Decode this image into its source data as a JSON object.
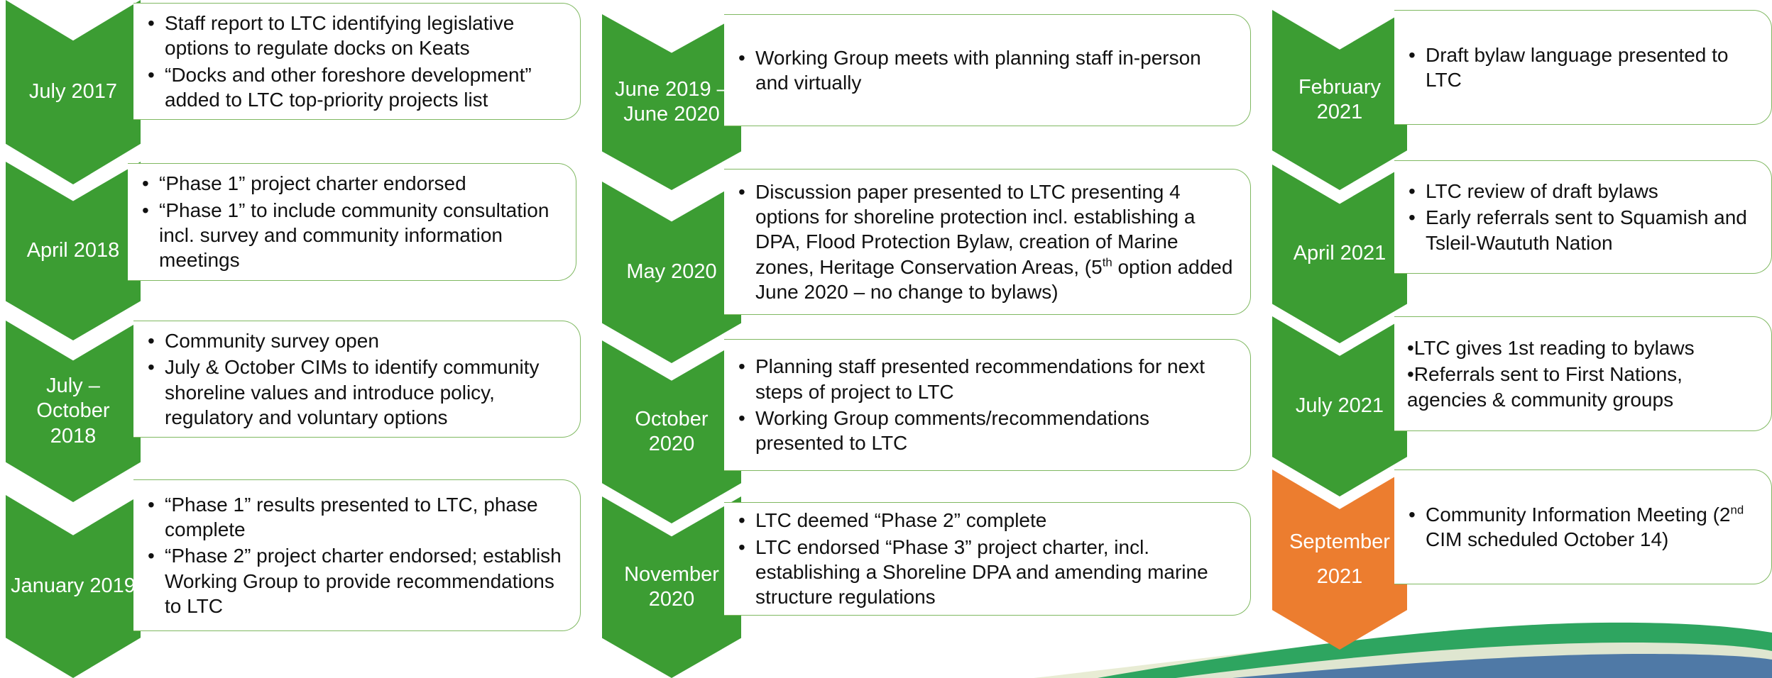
{
  "colors": {
    "chevron_green": "#3c9d33",
    "chevron_orange": "#ec7d2f",
    "card_border": "#7fb861"
  },
  "milestones": [
    {
      "date": "July 2017",
      "bullets": [
        "Staff report to LTC identifying legislative options to regulate docks on Keats",
        "“Docks and other foreshore development” added to LTC top-priority projects list"
      ]
    },
    {
      "date": "April 2018",
      "bullets": [
        "“Phase 1” project charter endorsed",
        "“Phase 1” to include community consultation incl. survey and community information meetings"
      ]
    },
    {
      "date": "July – October 2018",
      "bullets": [
        "Community survey open",
        "July & October CIMs to identify community shoreline values and introduce policy, regulatory and voluntary options"
      ]
    },
    {
      "date": "January 2019",
      "bullets": [
        "“Phase 1” results presented to LTC, phase complete",
        "“Phase 2” project charter endorsed; establish Working Group to provide recommendations to LTC"
      ]
    },
    {
      "date": "June 2019 – June 2020",
      "bullets": [
        "Working Group meets with planning staff in-person and virtually"
      ]
    },
    {
      "date": "May 2020",
      "bullets": [
        "Discussion paper presented to LTC presenting 4 options for shoreline protection incl. establishing a DPA, Flood Protection Bylaw, creation of Marine zones, Heritage Conservation Areas, (5",
        "th",
        " option added June 2020 – no change to bylaws)"
      ]
    },
    {
      "date": "October 2020",
      "bullets": [
        "Planning staff presented recommendations for next steps of project to LTC",
        "Working Group comments/recommendations presented to LTC"
      ]
    },
    {
      "date": "November 2020",
      "bullets": [
        "LTC deemed “Phase 2” complete",
        "LTC endorsed “Phase 3” project charter, incl. establishing a Shoreline DPA and amending marine structure regulations"
      ]
    },
    {
      "date": "February 2021",
      "bullets": [
        "Draft bylaw language presented to LTC"
      ]
    },
    {
      "date": "April 2021",
      "bullets": [
        "LTC review of draft bylaws",
        "Early referrals sent to Squamish and Tsleil-Waututh Nation"
      ]
    },
    {
      "date": "July 2021",
      "bullets": [
        "•LTC gives 1st reading to bylaws",
        "•Referrals sent to First Nations, agencies & community groups"
      ]
    },
    {
      "date": "September 2021",
      "bullets": [
        "Community Information Meeting (2",
        "nd",
        " CIM scheduled October 14)"
      ]
    }
  ]
}
